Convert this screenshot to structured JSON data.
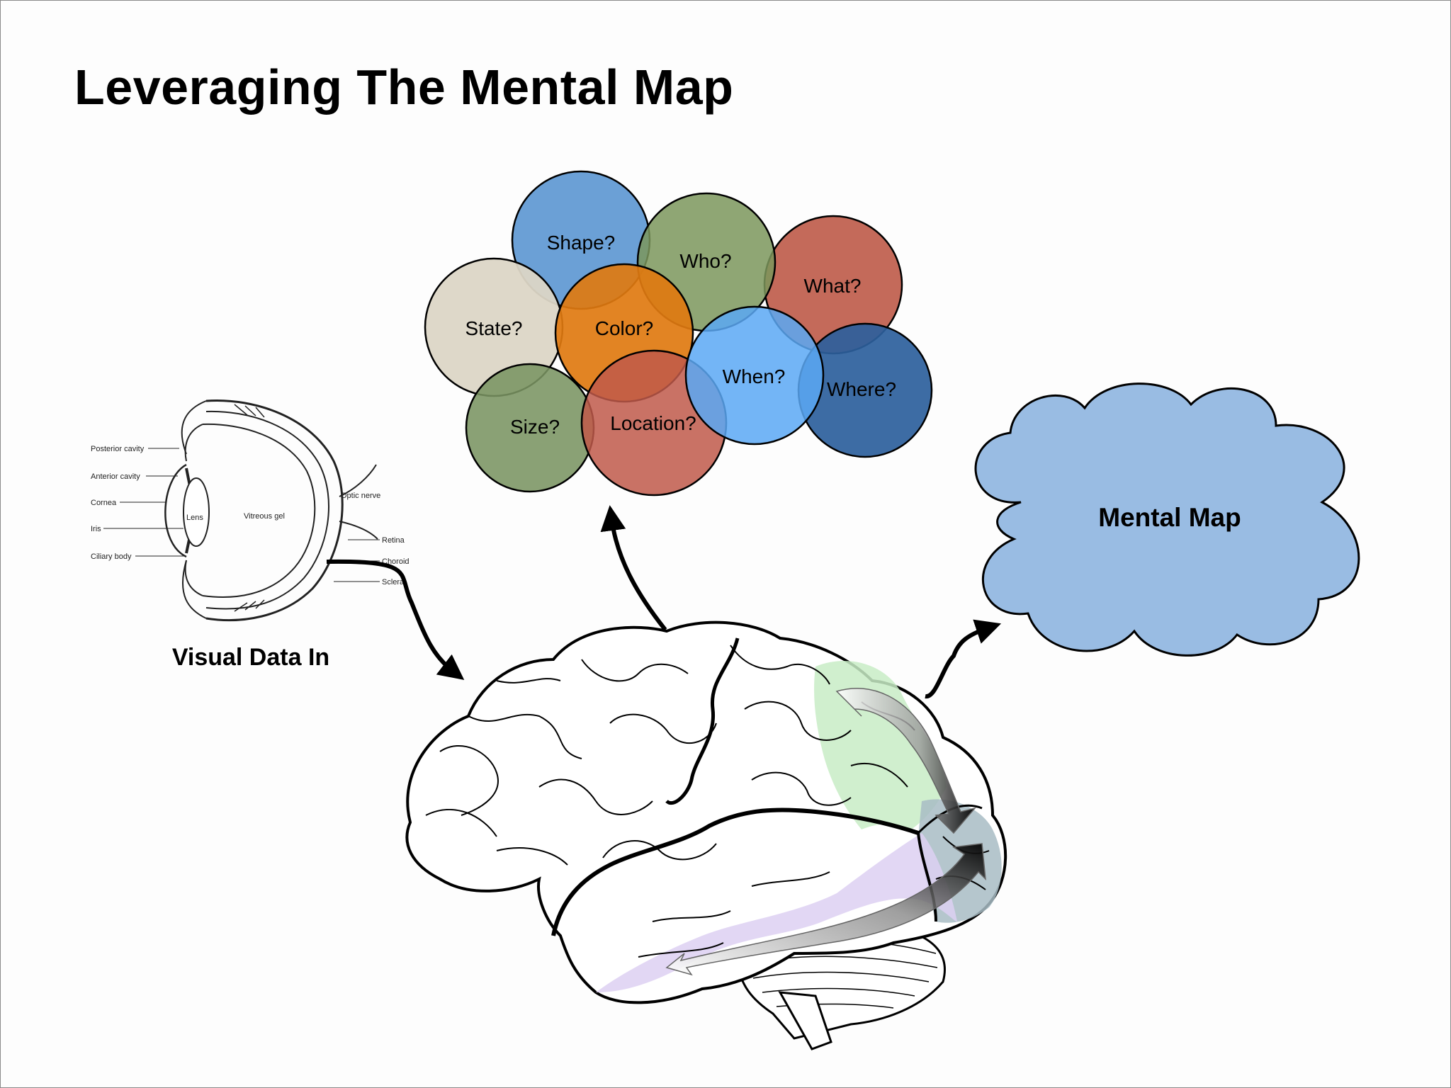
{
  "title": "Leveraging The Mental Map",
  "eye": {
    "caption": "Visual Data In",
    "labels": [
      "Posterior cavity",
      "Anterior cavity",
      "Cornea",
      "Iris",
      "Ciliary body",
      "Lens",
      "Vitreous gel",
      "Optic nerve",
      "Retina",
      "Choroid",
      "Sclera"
    ]
  },
  "questions": {
    "shape": "Shape?",
    "who": "Who?",
    "what": "What?",
    "state": "State?",
    "color": "Color?",
    "when": "When?",
    "where": "Where?",
    "size": "Size?",
    "location": "Location?"
  },
  "colors": {
    "shape": "#5b96d2",
    "who": "#7b965c",
    "what": "#be5a48",
    "state": "#dcd6c6",
    "color": "#e07a10",
    "when": "#5aa8f5",
    "where": "#2d5f9c",
    "size": "#7a9462",
    "location": "#c0594a",
    "cloud": "#99bce3",
    "frontal_region": "#c8ecc6",
    "temporal_region": "#ddd0f2",
    "occipital_region": "#a8bcc4"
  },
  "cloud": {
    "label": "Mental Map"
  }
}
